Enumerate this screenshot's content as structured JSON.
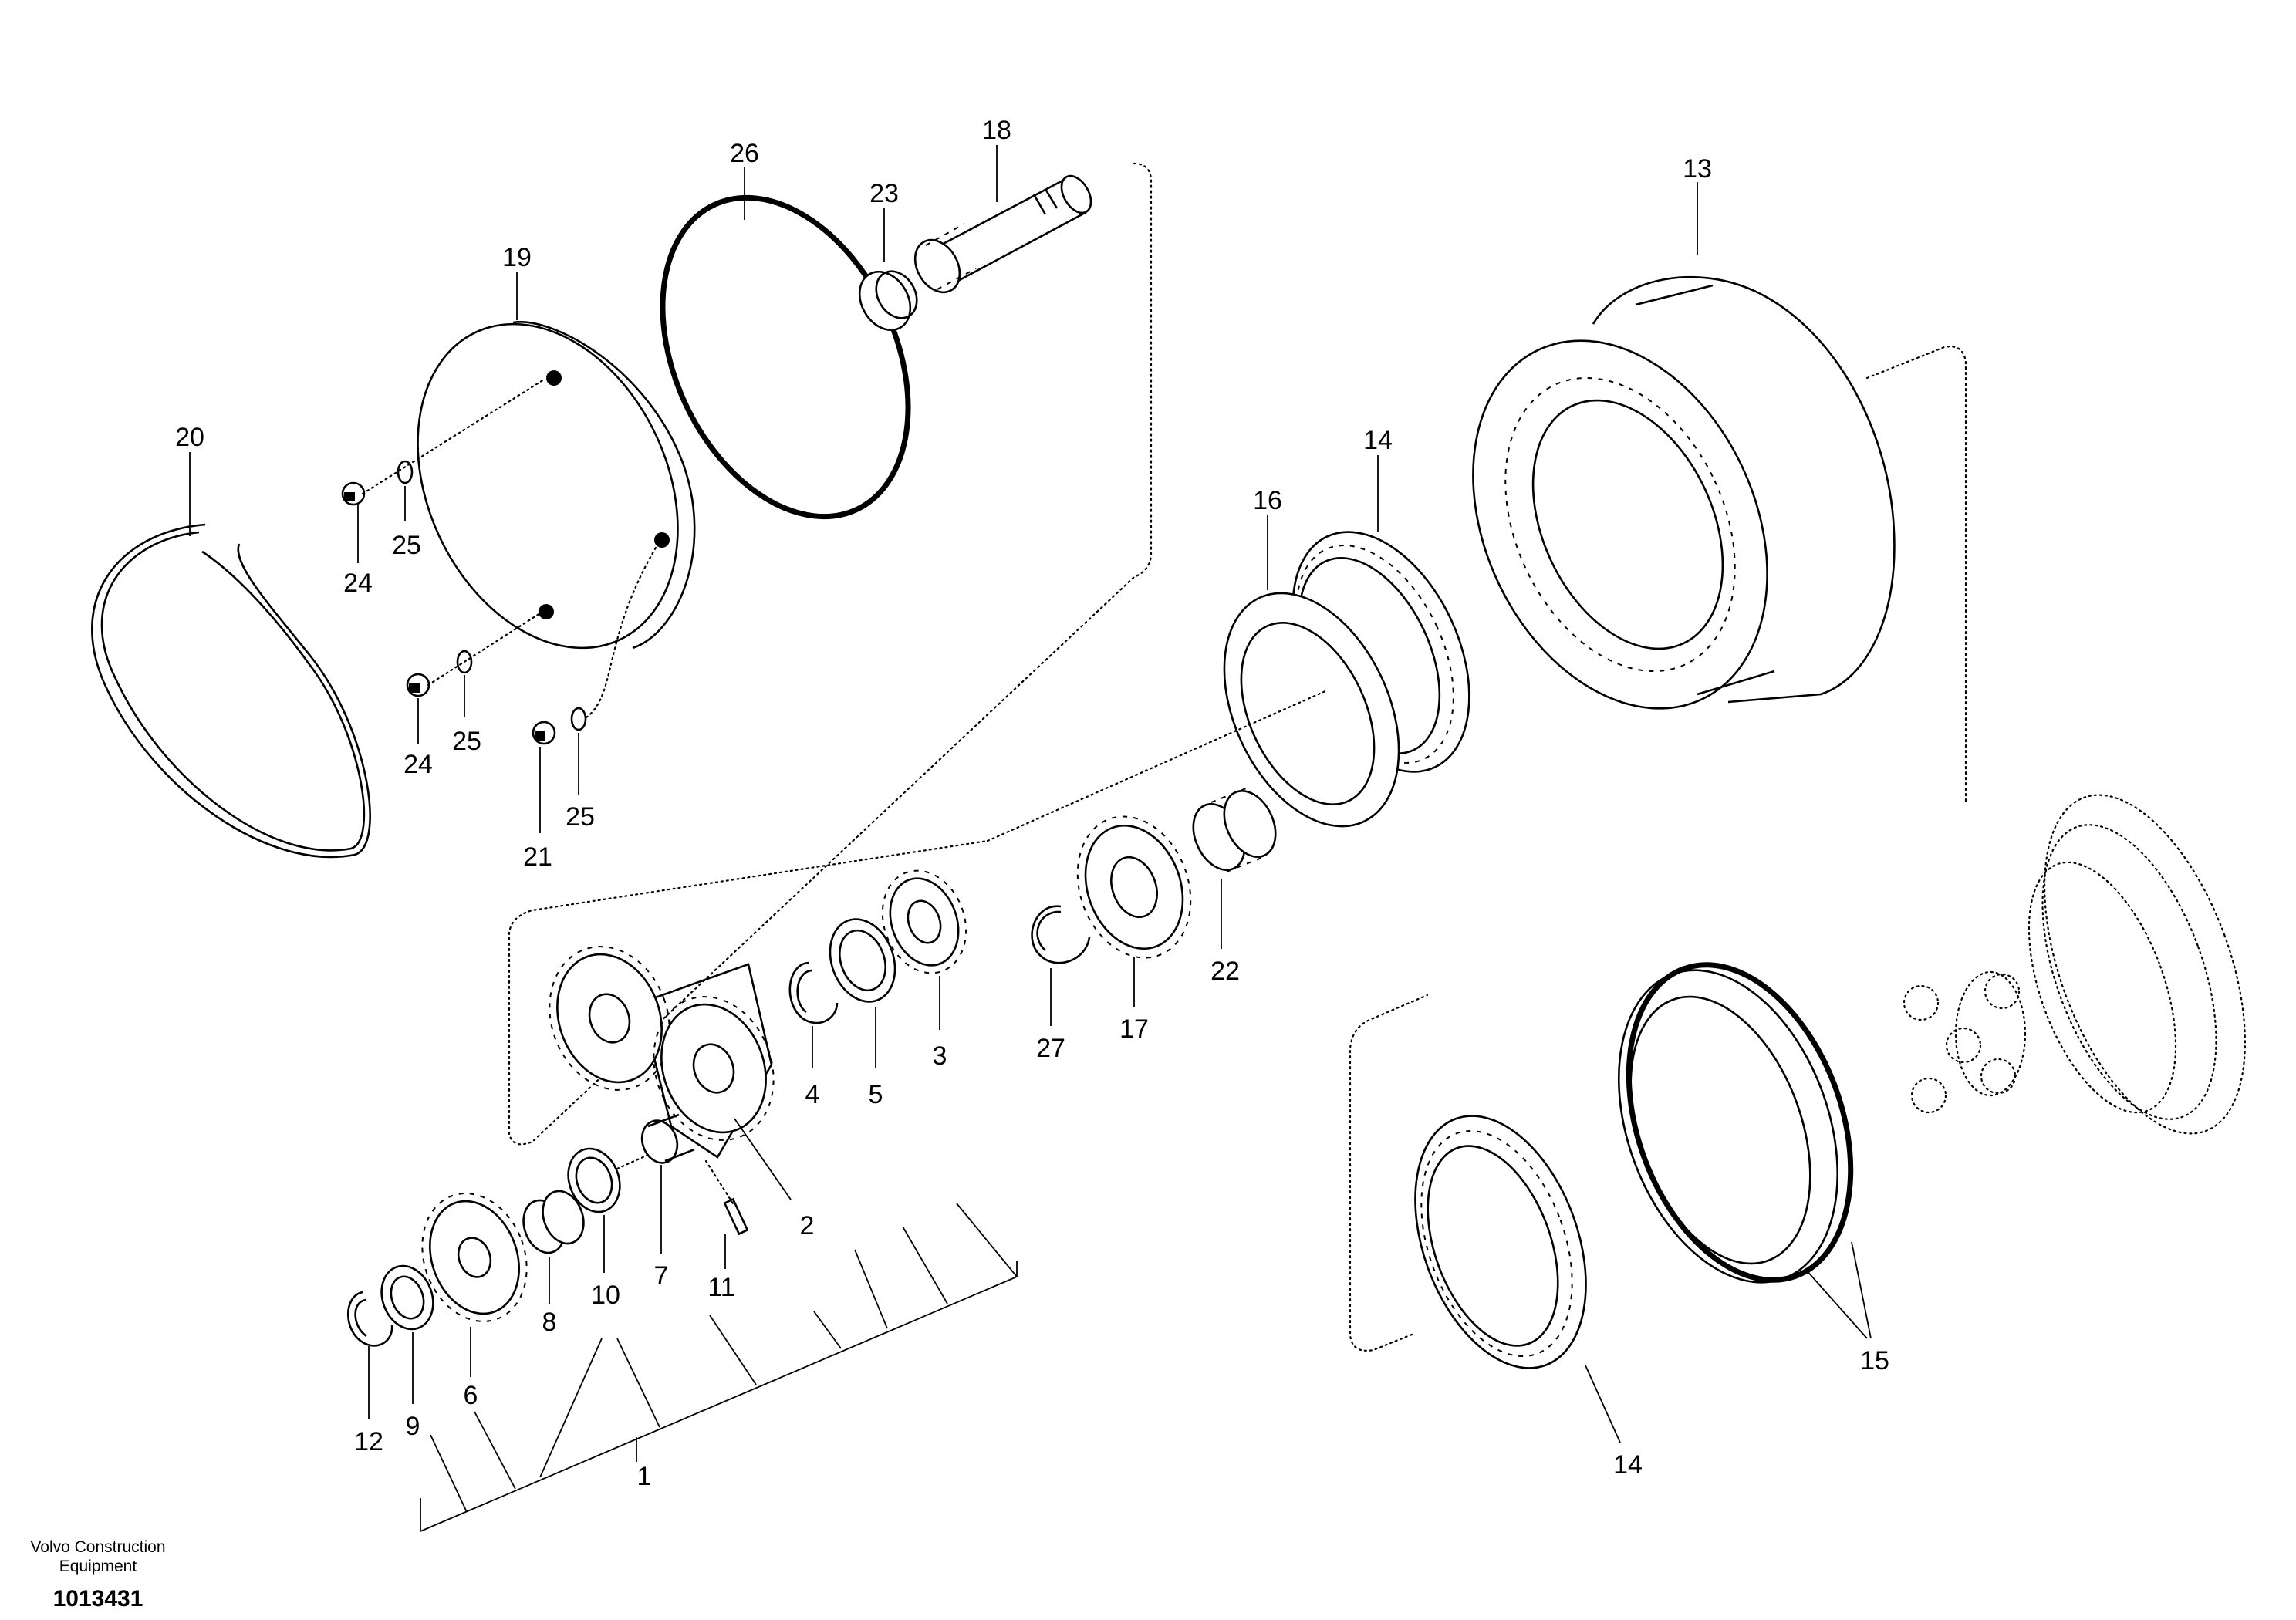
{
  "footer": {
    "brand_line1": "Volvo Construction",
    "brand_line2": "Equipment",
    "drawing_number": "1013431"
  },
  "callouts": {
    "c1": "1",
    "c2": "2",
    "c3": "3",
    "c4": "4",
    "c5": "5",
    "c6": "6",
    "c7": "7",
    "c8": "8",
    "c9": "9",
    "c10": "10",
    "c11": "11",
    "c12": "12",
    "c13": "13",
    "c14a": "14",
    "c14b": "14",
    "c15": "15",
    "c16": "16",
    "c17": "17",
    "c18": "18",
    "c19": "19",
    "c20": "20",
    "c21": "21",
    "c22": "22",
    "c23": "23",
    "c24a": "24",
    "c24b": "24",
    "c25a": "25",
    "c25b": "25",
    "c25c": "25",
    "c26": "26",
    "c27": "27"
  }
}
